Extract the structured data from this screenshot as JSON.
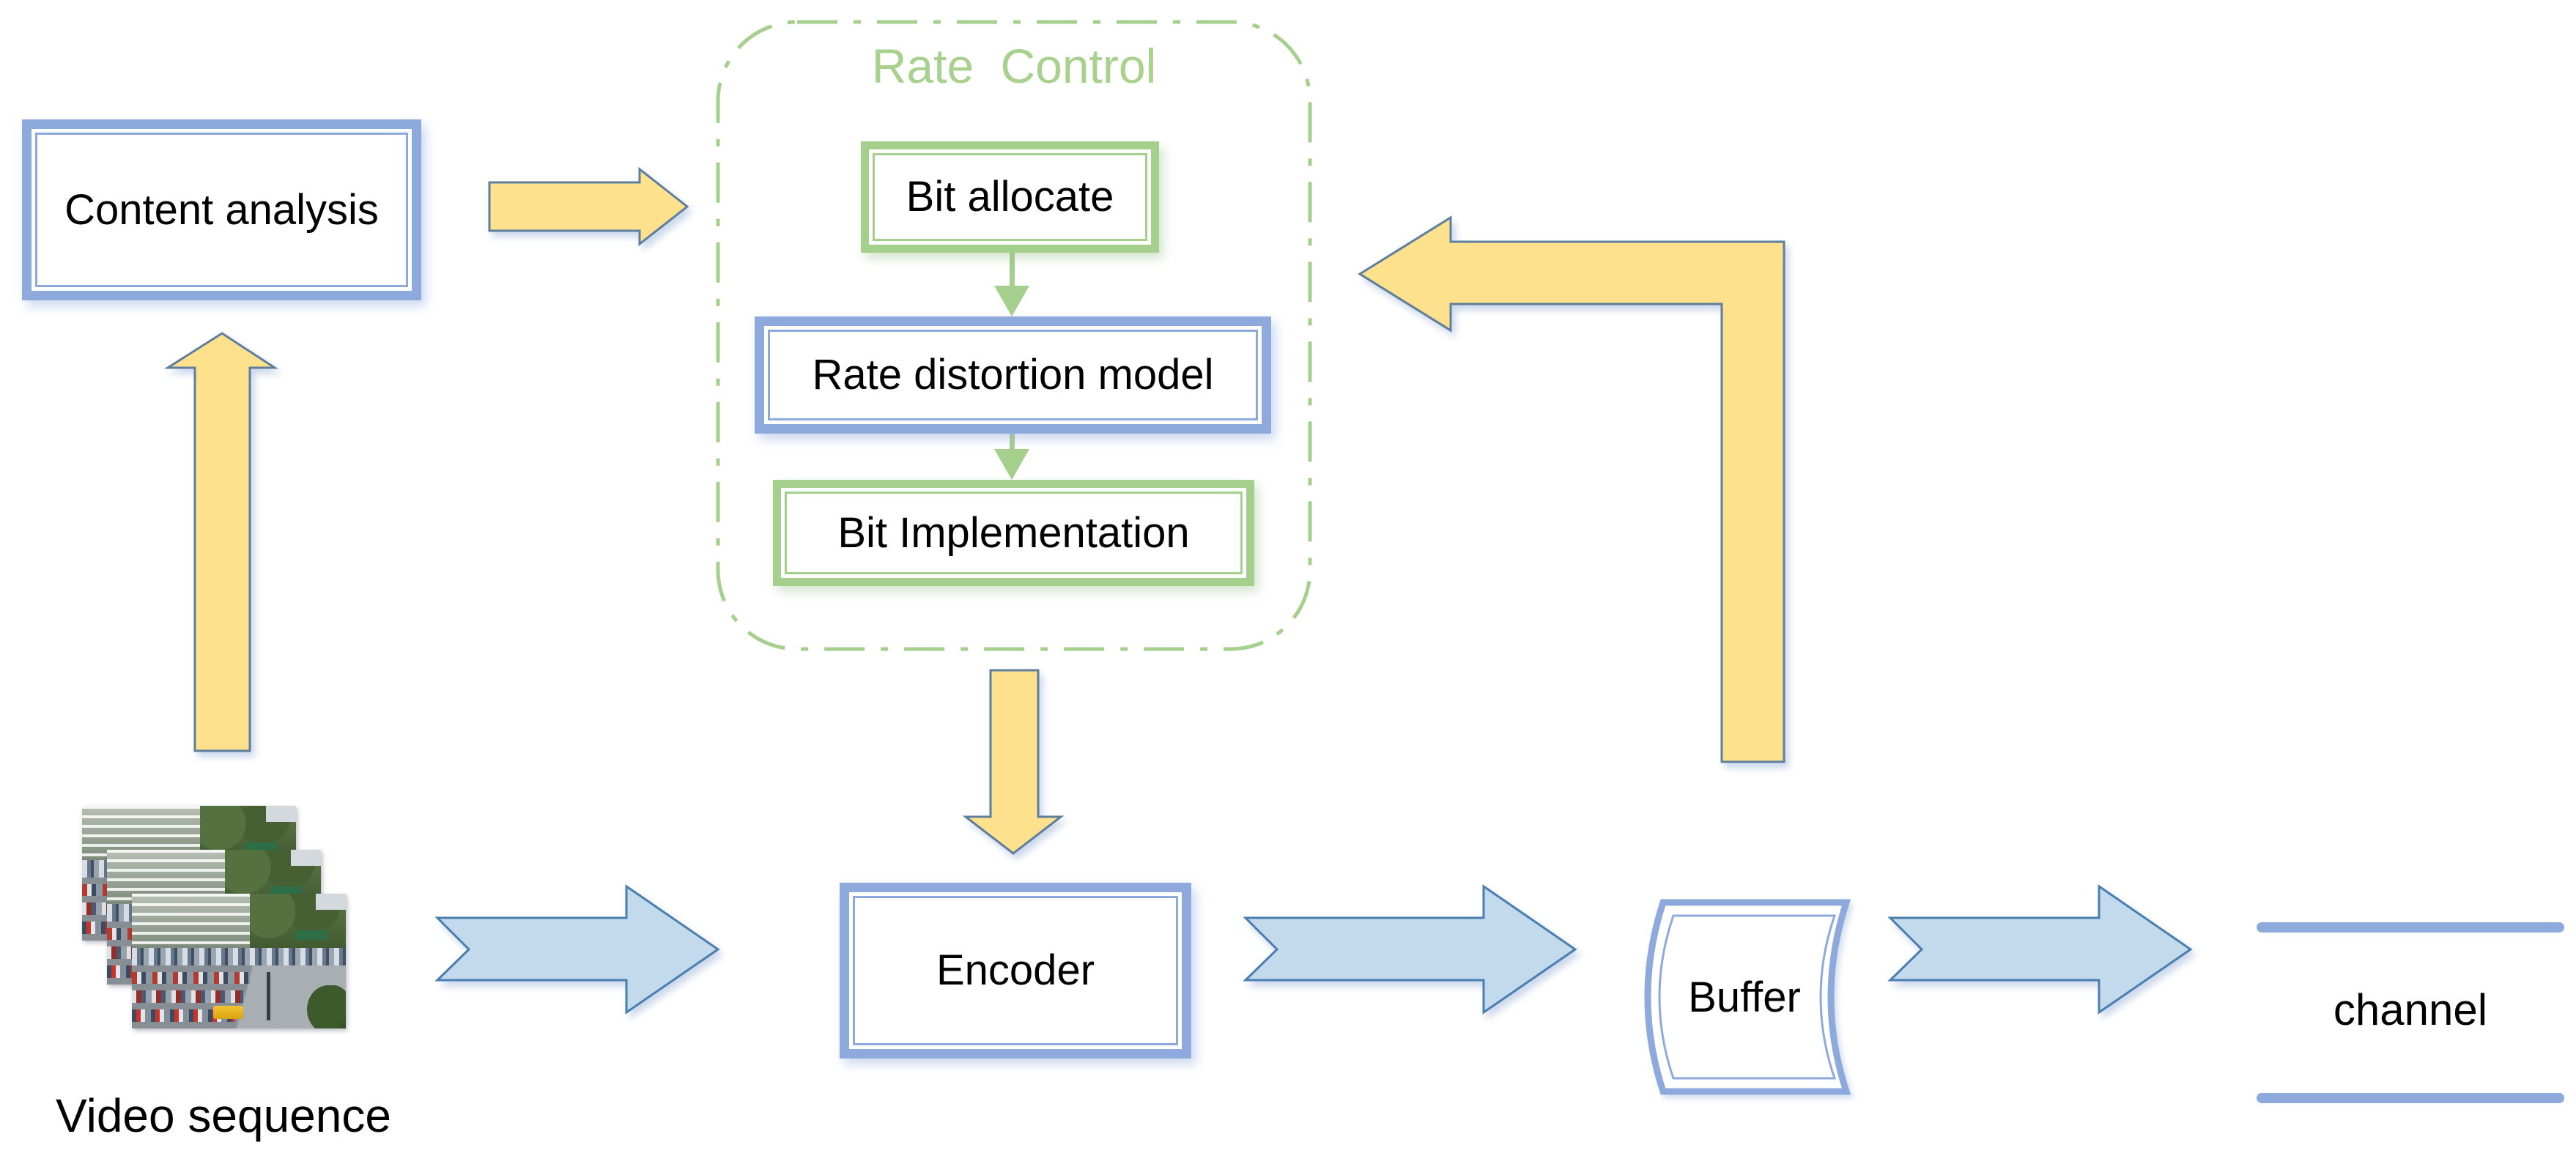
{
  "diagram": {
    "nodes": {
      "content_analysis": {
        "label": "Content analysis"
      },
      "rate_control": {
        "label": "Rate Control"
      },
      "bit_allocate": {
        "label": "Bit allocate"
      },
      "rate_distortion_model": {
        "label": "Rate distortion model"
      },
      "bit_implementation": {
        "label": "Bit Implementation"
      },
      "encoder": {
        "label": "Encoder"
      },
      "buffer": {
        "label": "Buffer"
      },
      "channel": {
        "label": "channel"
      },
      "video_sequence": {
        "label": "Video sequence"
      }
    },
    "colors": {
      "yellow_fill": "#FDE18C",
      "yellow_stroke": "#5F7E9E",
      "blue_arrow_fill": "#C3D9EC",
      "blue_arrow_stroke": "#4A7EB0",
      "blue_box_border": "#8EA9DB",
      "green_accent": "#A5CF8C",
      "rate_control_text": "#A9D18E",
      "label_text": "#000000"
    }
  }
}
